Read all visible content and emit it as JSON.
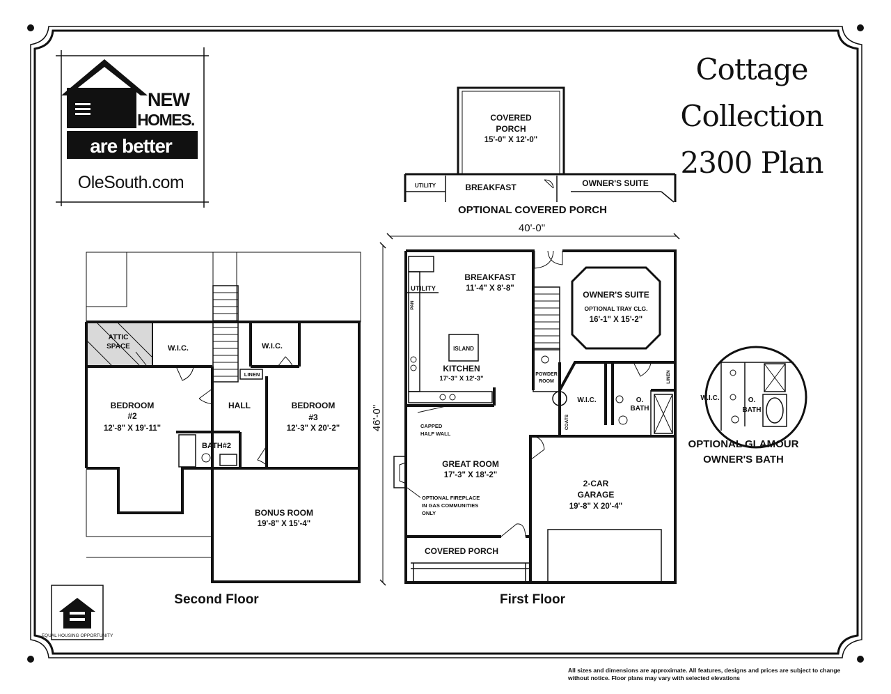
{
  "branding": {
    "logo_line1": "NEW",
    "logo_line2": "HOMES.",
    "logo_line3": "are better",
    "website": "OleSouth.com",
    "equal_housing": "EQUAL HOUSING OPPORTUNITY"
  },
  "title": {
    "line1": "Cottage",
    "line2": "Collection",
    "line3": "2300 Plan"
  },
  "optional_porch": {
    "covered_porch_l1": "COVERED",
    "covered_porch_l2": "PORCH",
    "covered_porch_dim": "15'-0\" X 12'-0\"",
    "utility": "UTILITY",
    "breakfast": "BREAKFAST",
    "owners_suite": "OWNER'S SUITE",
    "caption": "OPTIONAL COVERED PORCH"
  },
  "first_floor": {
    "width_dim": "40'-0\"",
    "depth_dim": "46'-0\"",
    "breakfast": "BREAKFAST",
    "breakfast_dim": "11'-4\" X 8'-8\"",
    "utility": "UTILITY",
    "pan": "PAN",
    "island": "ISLAND",
    "kitchen": "KITCHEN",
    "kitchen_dim": "17'-3\" X 12'-3\"",
    "owners_suite": "OWNER'S SUITE",
    "tray_ceiling": "OPTIONAL TRAY CLG.",
    "owners_suite_dim": "16'-1\" X 15'-2\"",
    "powder_room_l1": "POWDER",
    "powder_room_l2": "ROOM",
    "wic": "W.I.C.",
    "o_bath_l1": "O.",
    "o_bath_l2": "BATH",
    "linen": "LINEN",
    "coats": "COATS",
    "capped_l1": "CAPPED",
    "capped_l2": "HALF WALL",
    "great_room": "GREAT ROOM",
    "great_room_dim": "17'-3\" X 18'-2\"",
    "fireplace_l1": "OPTIONAL FIREPLACE",
    "fireplace_l2": "IN GAS COMMUNITIES",
    "fireplace_l3": "ONLY",
    "garage_l1": "2-CAR",
    "garage_l2": "GARAGE",
    "garage_dim": "19'-8\" X 20'-4\"",
    "covered_porch": "COVERED PORCH",
    "caption": "First Floor"
  },
  "second_floor": {
    "attic_l1": "ATTIC",
    "attic_l2": "SPACE",
    "wic_left": "W.I.C.",
    "wic_right": "W.I.C.",
    "linen": "LINEN",
    "hall": "HALL",
    "bedroom2_l1": "BEDROOM",
    "bedroom2_l2": "#2",
    "bedroom2_dim": "12'-8\" X 19'-11\"",
    "bedroom3_l1": "BEDROOM",
    "bedroom3_l2": "#3",
    "bedroom3_dim": "12'-3\" X 20'-2\"",
    "bath2": "BATH#2",
    "bonus_room": "BONUS ROOM",
    "bonus_room_dim": "19'-8\" X 15'-4\"",
    "caption": "Second Floor"
  },
  "glamour_bath": {
    "wic": "W.I.C.",
    "o_bath_l1": "O.",
    "o_bath_l2": "BATH",
    "caption_l1": "OPTIONAL GLAMOUR",
    "caption_l2": "OWNER'S BATH"
  },
  "disclaimer": "All sizes and dimensions are approximate. All features, designs and prices are subject to change without notice.  Floor plans may vary with selected elevations"
}
